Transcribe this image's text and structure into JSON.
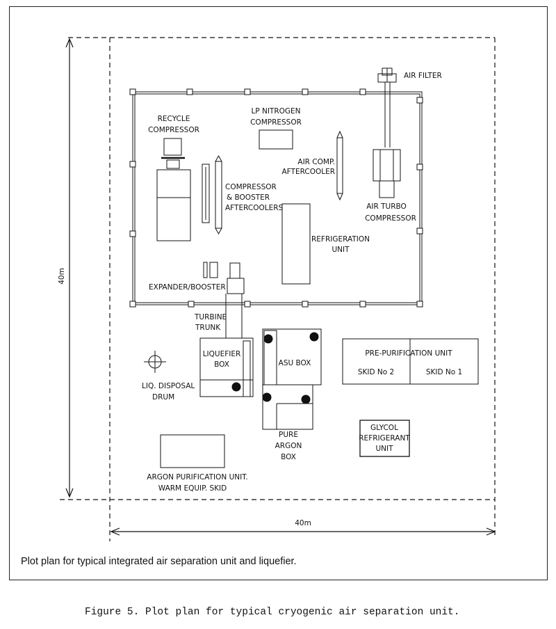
{
  "dimensions": {
    "vertical": "40m",
    "horizontal": "40m"
  },
  "labels": {
    "air_filter": "AIR FILTER",
    "recycle_compressor": [
      "RECYCLE",
      "COMPRESSOR"
    ],
    "lp_nitrogen_compressor": [
      "LP NITROGEN",
      "COMPRESSOR"
    ],
    "air_comp_aftercooler": [
      "AIR COMP.",
      "AFTERCOOLER"
    ],
    "compressor_booster_aftercoolers": [
      "COMPRESSOR",
      "& BOOSTER",
      "AFTERCOOLERS"
    ],
    "air_turbo_compressor": [
      "AIR TURBO",
      "COMPRESSOR"
    ],
    "refrigeration_unit": [
      "REFRIGERATION",
      "UNIT"
    ],
    "expander_booster": "EXPANDER/BOOSTER",
    "turbine_trunk": [
      "TURBINE",
      "TRUNK"
    ],
    "liquefier_box": [
      "LIQUEFIER",
      "BOX"
    ],
    "asu_box": "ASU BOX",
    "pre_purification_unit": "PRE-PURIFICATION UNIT",
    "skid_no_2": "SKID No 2",
    "skid_no_1": "SKID No 1",
    "liq_disposal_drum": [
      "LIQ. DISPOSAL",
      "DRUM"
    ],
    "pure_argon_box": [
      "PURE",
      "ARGON",
      "BOX"
    ],
    "glycol_refrigerant_unit": [
      "GLYCOL",
      "REFRIGERANT",
      "UNIT"
    ],
    "argon_purification_unit": [
      "ARGON PURIFICATION UNIT.",
      "WARM EQUIP. SKID"
    ]
  },
  "caption": "Plot plan for typical integrated air separation unit and liquefier.",
  "figure_caption": "Figure 5.  Plot plan for typical cryogenic air separation unit."
}
